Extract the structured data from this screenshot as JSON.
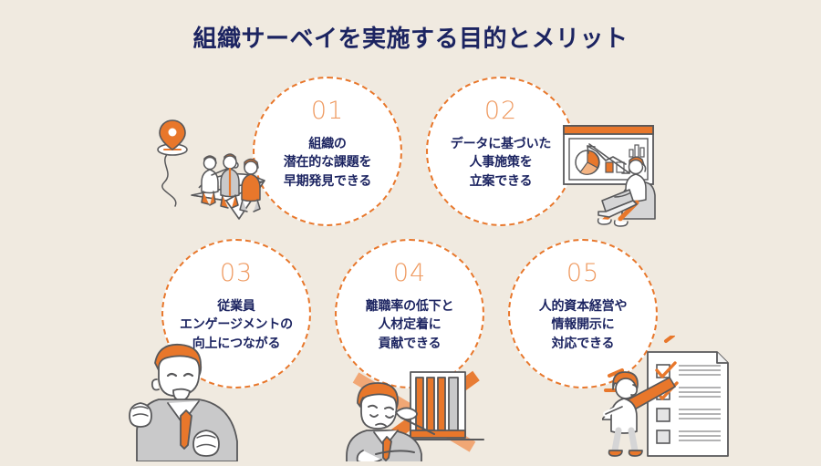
{
  "page": {
    "title": "組織サーベイを実施する目的とメリット",
    "background_color": "#f0eae0",
    "title_color": "#1c2461",
    "accent_color": "#e8772b",
    "number_color": "#ef9b62",
    "circle_fill": "#ffffff"
  },
  "items": [
    {
      "number": "01",
      "text": "組織の\n潜在的な課題を\n早期発見できる",
      "illustration": "people-riding-paper-plane-toward-map-pin"
    },
    {
      "number": "02",
      "text": "データに基づいた\n人事施策を\n立案できる",
      "illustration": "person-with-laptop-and-data-dashboard"
    },
    {
      "number": "03",
      "text": "従業員\nエンゲージメントの\n向上につながる",
      "illustration": "motivated-businessman-raising-fists"
    },
    {
      "number": "04",
      "text": "離職率の低下と\n人材定着に\n貢献できる",
      "illustration": "tired-employee-with-declining-bar-chart"
    },
    {
      "number": "05",
      "text": "人的資本経営や\n情報開示に\n対応できる",
      "illustration": "person-checking-checklist-with-pen"
    }
  ]
}
